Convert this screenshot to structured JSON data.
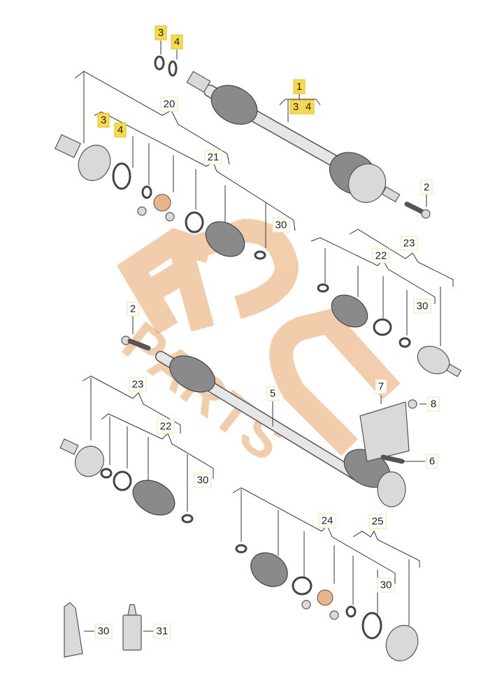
{
  "diagram": {
    "watermark": "EPC PARTS",
    "colors": {
      "highlight": "#f7d94c",
      "watermark": "#e8a56a",
      "part": "#d9d9d9"
    },
    "callouts": [
      {
        "id": "c1",
        "text": "3",
        "highlighted": true
      },
      {
        "id": "c2",
        "text": "4",
        "highlighted": true
      },
      {
        "id": "c3",
        "text": "1",
        "highlighted": true
      },
      {
        "id": "c4",
        "text": "3",
        "highlighted": true
      },
      {
        "id": "c5",
        "text": "4",
        "highlighted": true
      },
      {
        "id": "c6",
        "text": "20",
        "highlighted": false
      },
      {
        "id": "c7",
        "text": "3",
        "highlighted": true
      },
      {
        "id": "c8",
        "text": "4",
        "highlighted": true
      },
      {
        "id": "c9",
        "text": "21",
        "highlighted": false
      },
      {
        "id": "c10",
        "text": "30",
        "highlighted": false
      },
      {
        "id": "c11",
        "text": "2",
        "highlighted": false
      },
      {
        "id": "c12",
        "text": "23",
        "highlighted": false
      },
      {
        "id": "c13",
        "text": "22",
        "highlighted": false
      },
      {
        "id": "c14",
        "text": "30",
        "highlighted": false
      },
      {
        "id": "c15",
        "text": "2",
        "highlighted": false
      },
      {
        "id": "c16",
        "text": "23",
        "highlighted": false
      },
      {
        "id": "c17",
        "text": "7",
        "highlighted": false
      },
      {
        "id": "c18",
        "text": "8",
        "highlighted": false
      },
      {
        "id": "c19",
        "text": "5",
        "highlighted": false
      },
      {
        "id": "c20",
        "text": "22",
        "highlighted": false
      },
      {
        "id": "c21",
        "text": "6",
        "highlighted": false
      },
      {
        "id": "c22",
        "text": "30",
        "highlighted": false
      },
      {
        "id": "c23",
        "text": "24",
        "highlighted": false
      },
      {
        "id": "c24",
        "text": "25",
        "highlighted": false
      },
      {
        "id": "c25",
        "text": "30",
        "highlighted": false
      },
      {
        "id": "c26",
        "text": "30",
        "highlighted": false
      },
      {
        "id": "c27",
        "text": "31",
        "highlighted": false
      }
    ]
  }
}
